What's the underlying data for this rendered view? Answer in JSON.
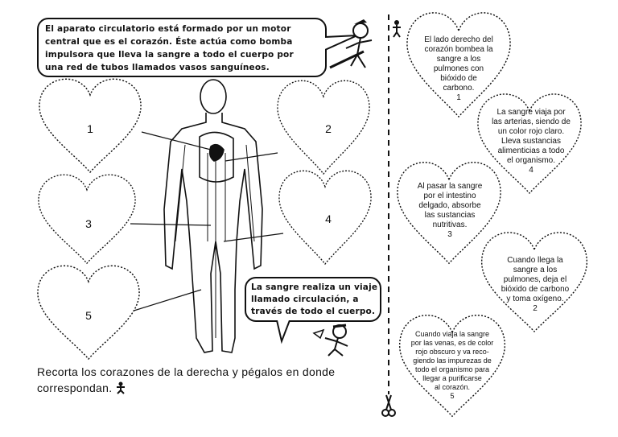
{
  "intro_bubble": {
    "lines": [
      "El aparato circulatorio está formado por un motor",
      "central que es el corazón. Éste actúa como bomba",
      "impulsora que lleva la sangre a todo el cuerpo por",
      "una red de tubos llamados vasos sanguíneos."
    ]
  },
  "circulation_bubble": {
    "lines": [
      "La sangre realiza un viaje",
      "llamado circulación, a",
      "través de todo el cuerpo."
    ]
  },
  "instructions": {
    "line1": "Recorta los corazones de la derecha y pégalos en donde",
    "line2": "correspondan."
  },
  "empty_hearts": [
    "1",
    "2",
    "3",
    "4",
    "5"
  ],
  "cut_hearts": [
    {
      "lines": [
        "El lado derecho del",
        "corazón bombea la",
        "sangre a los",
        "pulmones con",
        "bióxido de",
        "carbono."
      ],
      "number": "1"
    },
    {
      "lines": [
        "La sangre viaja por",
        "las arterias, siendo de",
        "un color rojo claro.",
        "Lleva sustancias",
        "alimenticias a todo",
        "el organismo."
      ],
      "number": "4"
    },
    {
      "lines": [
        "Al pasar la sangre",
        "por el intestino",
        "delgado, absorbe",
        "las sustancias",
        "nutritivas."
      ],
      "number": "3"
    },
    {
      "lines": [
        "Cuando llega la",
        "sangre a los",
        "pulmones, deja el",
        "bióxido de carbono",
        "y toma oxígeno."
      ],
      "number": "2"
    },
    {
      "lines": [
        "Cuando viaja la sangre",
        "por las venas, es de color",
        "rojo obscuro y va reco-",
        "giendo las impurezas de",
        "todo el organismo para",
        "llegar a purificarse",
        "al corazón."
      ],
      "number": "5"
    }
  ]
}
